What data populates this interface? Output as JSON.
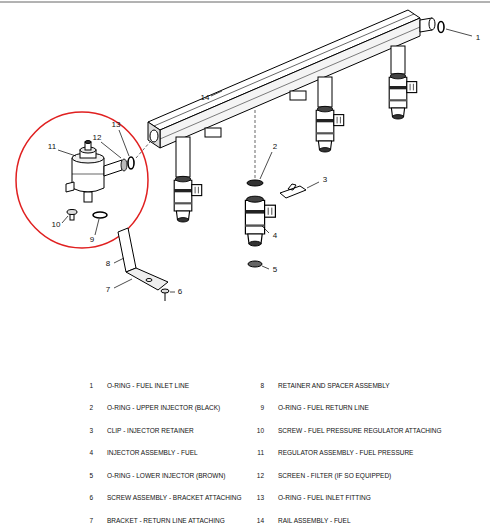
{
  "diagram": {
    "labels": [
      "1",
      "2",
      "3",
      "4",
      "5",
      "6",
      "7",
      "8",
      "9",
      "10",
      "11",
      "12",
      "13",
      "14",
      "1",
      "O-RING - FUEL INLET LINE",
      "8",
      "RETAINER AND SPACER ASSEMBLY",
      "2",
      "O-RING - UPPER INJECTOR (BLACK)",
      "9",
      "O-RING - FUEL RETURN LINE",
      "3",
      "CLIP - INJECTOR RETAINER",
      "10",
      "SCREW - FUEL PRESSURE REGULATOR ATTACHING",
      "4",
      "INJECTOR ASSEMBLY - FUEL",
      "11",
      "REGULATOR ASSEMBLY - FUEL PRESSURE",
      "5",
      "O-RING - LOWER INJECTOR (BROWN)",
      "12",
      "SCREEN - FILTER (IF SO EQUIPPED)",
      "6",
      "SCREW ASSEMBLY - BRACKET ATTACHING",
      "13",
      "O-RING - FUEL INLET FITTING",
      "7",
      "BRACKET - RETURN LINE ATTACHING",
      "14",
      "RAIL ASSEMBLY - FUEL"
    ]
  }
}
